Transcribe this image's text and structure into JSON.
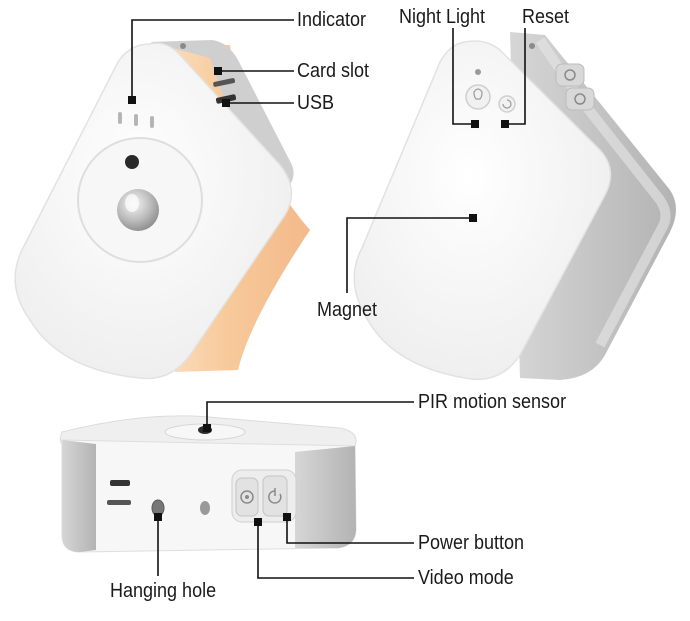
{
  "labels": {
    "indicator": "Indicator",
    "card_slot": "Card slot",
    "usb": "USB",
    "night_light": "Night Light",
    "reset": "Reset",
    "magnet": "Magnet",
    "pir_motion_sensor": "PIR motion sensor",
    "power_button": "Power button",
    "video_mode": "Video mode",
    "hanging_hole": "Hanging hole"
  },
  "colors": {
    "device_body": "#f4f4f4",
    "device_side": "#bdbdbd",
    "night_light_glow": "#f7c99a",
    "callout_line": "#111111"
  }
}
